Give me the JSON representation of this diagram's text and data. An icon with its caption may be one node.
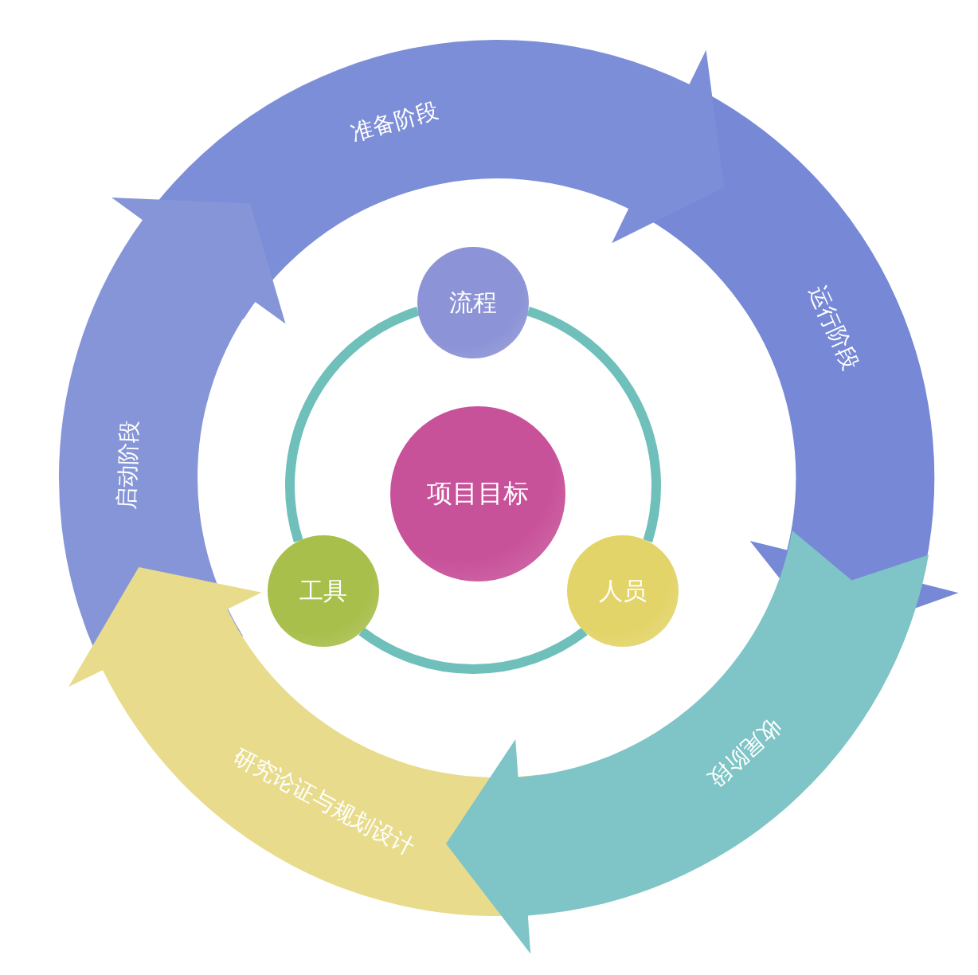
{
  "diagram": {
    "nodes": [
      {
        "text": [
          "准备阶段"
        ]
      },
      {
        "text": [
          "运行阶段"
        ]
      },
      {
        "text": [
          "收尾阶段"
        ]
      },
      {
        "text": [
          "研究论证与规划设计"
        ]
      },
      {
        "text": [
          "启动阶段"
        ]
      },
      {
        "text": [
          "流程"
        ]
      },
      {
        "text": [
          "项目目标"
        ]
      },
      {
        "text": [
          "工具"
        ]
      },
      {
        "text": [
          "人员"
        ]
      }
    ],
    "edges": [
      {
        "from": 5,
        "to": 8,
        "arrow": "none"
      },
      {
        "from": 8,
        "to": 7,
        "arrow": "none"
      },
      {
        "from": 7,
        "to": 5,
        "arrow": "none"
      }
    ]
  }
}
